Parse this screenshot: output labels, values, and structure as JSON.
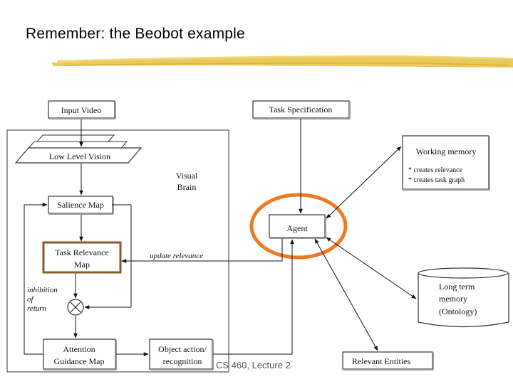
{
  "slide": {
    "title": "Remember: the Beobot example",
    "footer": "CS 460,  Lecture 2"
  },
  "colors": {
    "underline": "#e8c44a",
    "highlight_ellipse": "#ee7a22",
    "task_relevance_border": "#8b5a2b"
  },
  "diagram": {
    "input_video": "Input Video",
    "task_specification": "Task Specification",
    "low_level_vision": "Low Level Vision",
    "visual_brain": [
      "Visual",
      "Brain"
    ],
    "salience_map": "Salience Map",
    "agent": "Agent",
    "task_relevance_map": [
      "Task Relevance",
      "Map"
    ],
    "update_relevance": "update relevance",
    "inhibition_of_return": [
      "inhibition",
      "of",
      "return"
    ],
    "attention_guidance_map": [
      "Attention",
      "Guidance Map"
    ],
    "object_action_recognition": [
      "Object action/",
      "recognition"
    ],
    "relevant_entities": "Relevant Entities",
    "working_memory": {
      "title": "Working memory",
      "items": [
        "* creates relevance",
        "* creates task graph"
      ]
    },
    "long_term_memory": [
      "Long term",
      "memory",
      "(Ontology)"
    ]
  }
}
